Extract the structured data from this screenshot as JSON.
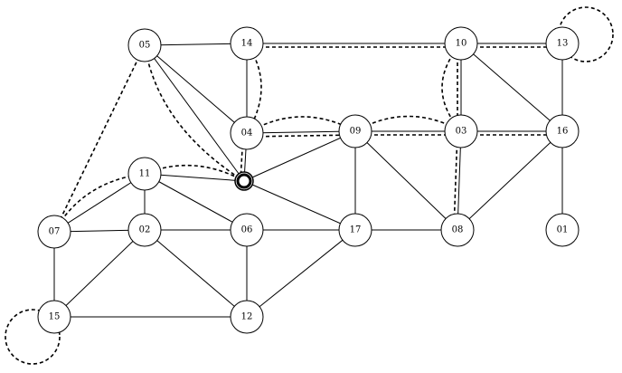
{
  "nodes": [
    {
      "id": "05",
      "label": "05"
    },
    {
      "id": "14",
      "label": "14"
    },
    {
      "id": "10",
      "label": "10"
    },
    {
      "id": "13",
      "label": "13"
    },
    {
      "id": "04",
      "label": "04"
    },
    {
      "id": "09",
      "label": "09"
    },
    {
      "id": "03",
      "label": "03"
    },
    {
      "id": "16",
      "label": "16"
    },
    {
      "id": "11",
      "label": "11"
    },
    {
      "id": "hub",
      "label": ""
    },
    {
      "id": "07",
      "label": "07"
    },
    {
      "id": "02",
      "label": "02"
    },
    {
      "id": "06",
      "label": "06"
    },
    {
      "id": "17",
      "label": "17"
    },
    {
      "id": "08",
      "label": "08"
    },
    {
      "id": "01",
      "label": "01"
    },
    {
      "id": "15",
      "label": "15"
    },
    {
      "id": "12",
      "label": "12"
    }
  ],
  "solid_edges": [
    [
      "05",
      "14"
    ],
    [
      "05",
      "04"
    ],
    [
      "05",
      "hub"
    ],
    [
      "14",
      "04"
    ],
    [
      "10",
      "13"
    ],
    [
      "10",
      "03"
    ],
    [
      "10",
      "16"
    ],
    [
      "13",
      "16"
    ],
    [
      "04",
      "09"
    ],
    [
      "04",
      "hub"
    ],
    [
      "09",
      "03"
    ],
    [
      "09",
      "hub"
    ],
    [
      "09",
      "17"
    ],
    [
      "09",
      "08"
    ],
    [
      "03",
      "08"
    ],
    [
      "03",
      "16"
    ],
    [
      "16",
      "08"
    ],
    [
      "16",
      "01"
    ],
    [
      "11",
      "hub"
    ],
    [
      "11",
      "07"
    ],
    [
      "11",
      "02"
    ],
    [
      "11",
      "06"
    ],
    [
      "hub",
      "17"
    ],
    [
      "07",
      "02"
    ],
    [
      "07",
      "15"
    ],
    [
      "02",
      "06"
    ],
    [
      "02",
      "15"
    ],
    [
      "02",
      "12"
    ],
    [
      "06",
      "17"
    ],
    [
      "06",
      "12"
    ],
    [
      "17",
      "08"
    ],
    [
      "17",
      "12"
    ],
    [
      "15",
      "12"
    ],
    [
      "14",
      "10"
    ]
  ],
  "dashed_edges": [
    [
      "05",
      "07"
    ],
    [
      "14",
      "10"
    ],
    [
      "10",
      "13"
    ],
    [
      "10",
      "03"
    ],
    [
      "04",
      "09"
    ],
    [
      "04",
      "hub"
    ],
    [
      "09",
      "03"
    ],
    [
      "03",
      "16"
    ],
    [
      "03",
      "08"
    ]
  ],
  "dashed_curves": [
    [
      "05",
      "hub"
    ],
    [
      "14",
      "04"
    ],
    [
      "04",
      "09"
    ],
    [
      "09",
      "03"
    ],
    [
      "10",
      "03"
    ],
    [
      "11",
      "hub"
    ],
    [
      "07",
      "11"
    ]
  ],
  "self_loops": [
    "13",
    "15"
  ]
}
